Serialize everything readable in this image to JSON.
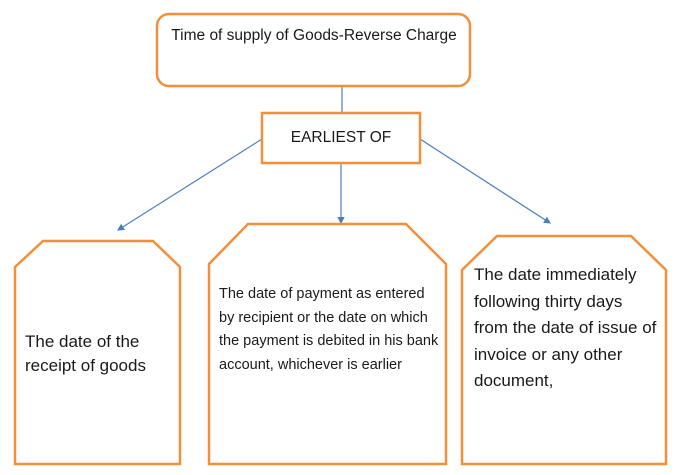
{
  "diagram": {
    "title": "Time of supply of Goods-Reverse Charge",
    "connector": "EARLIEST OF",
    "options": [
      "The date of the receipt of goods",
      "The date of payment as entered by recipient or the date on which the payment is debited in his bank account, whichever is earlier",
      "The date immediately following thirty days from the date of issue of invoice or any other document,"
    ],
    "colors": {
      "box_border": "#f28f3b",
      "arrow": "#4a7ebb",
      "text": "#1a1a1a"
    }
  }
}
